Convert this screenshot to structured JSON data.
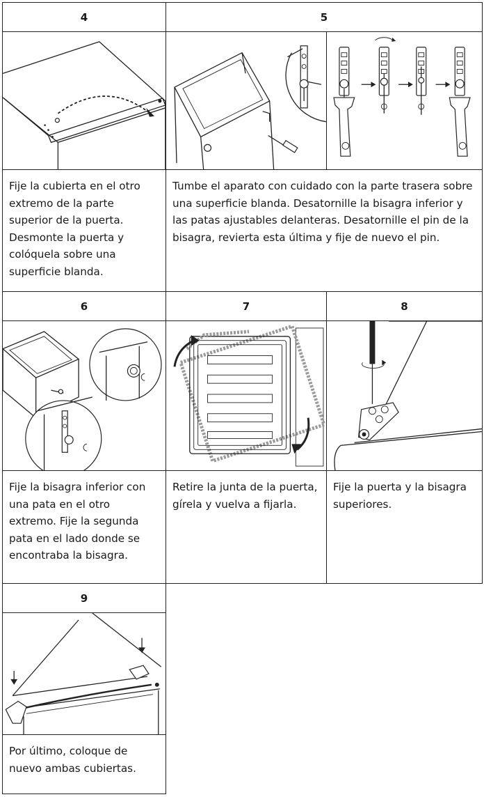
{
  "steps": {
    "s4": {
      "number": "4",
      "text": "Fije la cubierta en el otro extremo de la parte superior de la puerta. Desmonte la puerta y colóquela sobre una superficie blanda."
    },
    "s5": {
      "number": "5",
      "text": "Tumbe el aparato con cuidado con la parte trasera sobre una superficie blanda. Desatornille la bisagra inferior y las patas ajustables delanteras. Desatornille el pin de la bisagra, revierta esta última y fije de nuevo el pin."
    },
    "s6": {
      "number": "6",
      "text": "Fije la bisagra inferior con una pata en el otro extremo. Fije la segunda pata en el lado donde se encontraba la bisagra."
    },
    "s7": {
      "number": "7",
      "text": "Retire la junta de la puerta, gírela y vuelva a fijarla."
    },
    "s8": {
      "number": "8",
      "text": "Fije la puerta y la bisagra superiores."
    },
    "s9": {
      "number": "9",
      "text": "Por último, coloque de nuevo ambas cubiertas."
    }
  },
  "icons": {
    "arrow_right": "arrow-right-icon",
    "arrow_down": "arrow-down-icon",
    "rotate": "rotate-arrow-icon"
  },
  "colors": {
    "border": "#222222",
    "text": "#1a1a1a",
    "background": "#ffffff"
  }
}
